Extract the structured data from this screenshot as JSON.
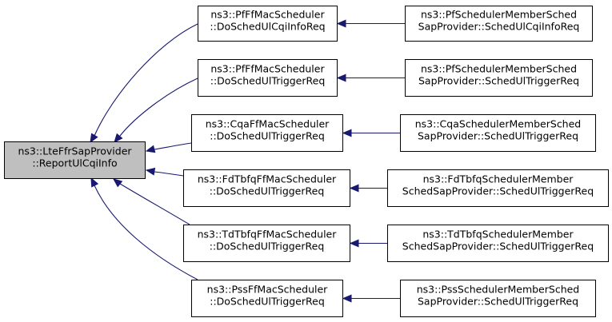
{
  "colors": {
    "edge": "#191970",
    "root_fill": "#bfbfbf",
    "node_fill": "#ffffff",
    "border": "#000000"
  },
  "root": {
    "lines": [
      "ns3::LteFfrSapProvider",
      "::ReportUlCqiInfo"
    ]
  },
  "callers": [
    {
      "lines": [
        "ns3::PfFfMacScheduler",
        "::DoSchedUlCqiInfoReq"
      ],
      "caller": [
        "ns3::PfSchedulerMemberSched",
        "SapProvider::SchedUlCqiInfoReq"
      ]
    },
    {
      "lines": [
        "ns3::PfFfMacScheduler",
        "::DoSchedUlTriggerReq"
      ],
      "caller": [
        "ns3::PfSchedulerMemberSched",
        "SapProvider::SchedUlTriggerReq"
      ]
    },
    {
      "lines": [
        "ns3::CqaFfMacScheduler",
        "::DoSchedUlTriggerReq"
      ],
      "caller": [
        "ns3::CqaSchedulerMemberSched",
        "SapProvider::SchedUlTriggerReq"
      ]
    },
    {
      "lines": [
        "ns3::FdTbfqFfMacScheduler",
        "::DoSchedUlTriggerReq"
      ],
      "caller": [
        "ns3::FdTbfqSchedulerMember",
        "SchedSapProvider::SchedUlTriggerReq"
      ]
    },
    {
      "lines": [
        "ns3::TdTbfqFfMacScheduler",
        "::DoSchedUlTriggerReq"
      ],
      "caller": [
        "ns3::TdTbfqSchedulerMember",
        "SchedSapProvider::SchedUlTriggerReq"
      ]
    },
    {
      "lines": [
        "ns3::PssFfMacScheduler",
        "::DoSchedUlTriggerReq"
      ],
      "caller": [
        "ns3::PssSchedulerMemberSched",
        "SapProvider::SchedUlTriggerReq"
      ]
    }
  ]
}
